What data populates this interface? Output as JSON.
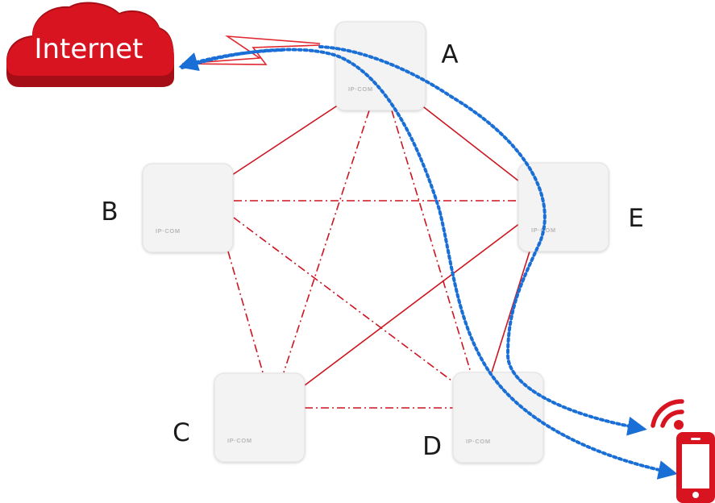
{
  "cloud": {
    "label": "Internet",
    "color": "#d7141f"
  },
  "access_points": [
    {
      "id": "A",
      "label": "A",
      "brand": "IP·COM"
    },
    {
      "id": "B",
      "label": "B",
      "brand": "IP·COM"
    },
    {
      "id": "C",
      "label": "C",
      "brand": "IP·COM"
    },
    {
      "id": "D",
      "label": "D",
      "brand": "IP·COM"
    },
    {
      "id": "E",
      "label": "E",
      "brand": "IP·COM"
    }
  ],
  "links": [
    {
      "from": "A",
      "to": "B",
      "style": "solid"
    },
    {
      "from": "A",
      "to": "E",
      "style": "solid"
    },
    {
      "from": "C",
      "to": "E",
      "style": "solid"
    },
    {
      "from": "D",
      "to": "E",
      "style": "solid"
    },
    {
      "from": "B",
      "to": "E",
      "style": "dash-dot"
    },
    {
      "from": "A",
      "to": "C",
      "style": "dash-dot"
    },
    {
      "from": "A",
      "to": "D",
      "style": "dash-dot"
    },
    {
      "from": "B",
      "to": "C",
      "style": "dash-dot"
    },
    {
      "from": "B",
      "to": "D",
      "style": "dash-dot"
    },
    {
      "from": "C",
      "to": "D",
      "style": "dash-dot"
    }
  ],
  "colors": {
    "link": "#cc1520",
    "traffic_path": "#1a6fd6",
    "ap_fill": "#f3f3f3",
    "phone": "#d7141f",
    "wifi": "#d7141f"
  },
  "icons": [
    "internet-cloud-icon",
    "lightning-bolt-icon",
    "wifi-signal-icon",
    "smartphone-icon"
  ]
}
